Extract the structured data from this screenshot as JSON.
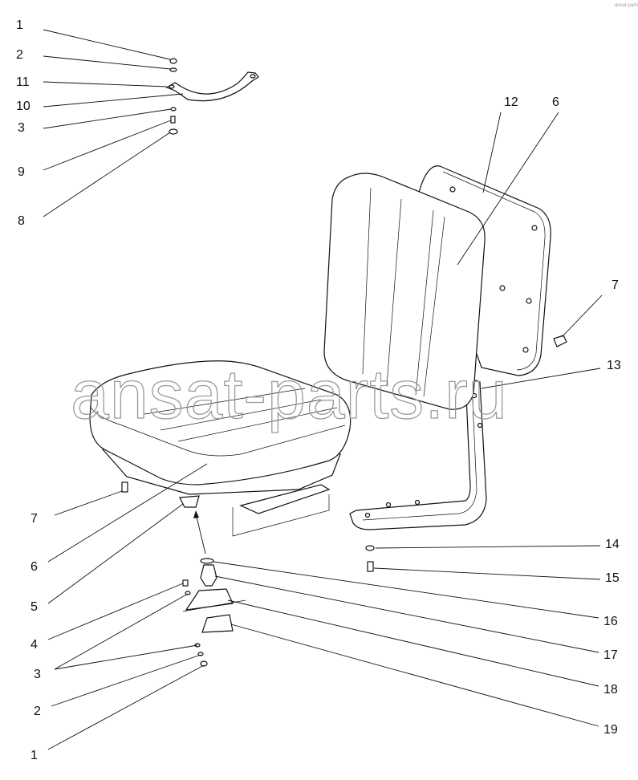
{
  "watermark": "ansat-parts.ru",
  "corner_mark": "ansat-parts",
  "callouts": [
    "1",
    "2",
    "11",
    "10",
    "3",
    "9",
    "8",
    "12",
    "6",
    "7",
    "13",
    "7",
    "6",
    "5",
    "4",
    "3",
    "2",
    "1",
    "14",
    "15",
    "16",
    "17",
    "18",
    "19"
  ]
}
